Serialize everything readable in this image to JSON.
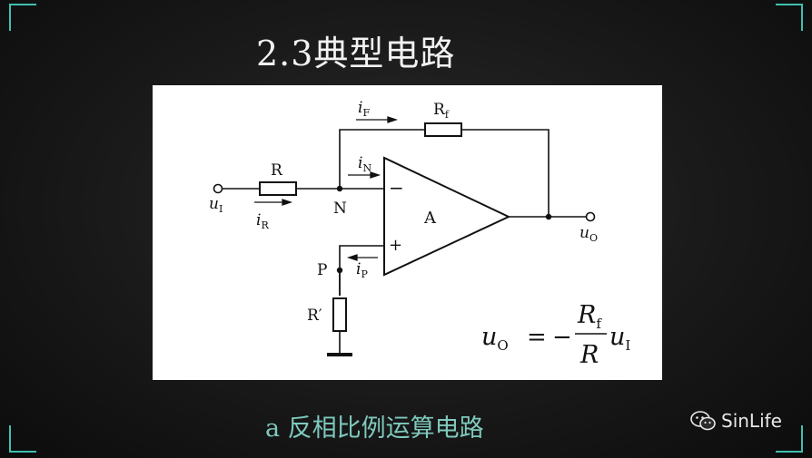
{
  "title": "2.3典型电路",
  "caption": "a 反相比例运算电路",
  "watermark": {
    "text": "SinLife",
    "icon": "wechat-icon"
  },
  "diagram": {
    "components": {
      "input_resistor": "R",
      "feedback_resistor_main": "R",
      "feedback_resistor_sub": "f",
      "ground_resistor": "R′",
      "amplifier": "A"
    },
    "nodes": {
      "inverting": "N",
      "noninverting": "P"
    },
    "pins": {
      "minus": "−",
      "plus": "+"
    },
    "currents": {
      "i_F_main": "i",
      "i_F_sub": "F",
      "i_N_main": "i",
      "i_N_sub": "N",
      "i_R_main": "i",
      "i_R_sub": "R",
      "i_P_main": "i",
      "i_P_sub": "P"
    },
    "signals": {
      "input_main": "u",
      "input_sub": "I",
      "output_main": "u",
      "output_sub": "O"
    },
    "formula": {
      "lhs_main": "u",
      "lhs_sub": "O",
      "equals": "=",
      "sign": "−",
      "numerator_main": "R",
      "numerator_sub": "f",
      "denominator": "R",
      "rhs_main": "u",
      "rhs_sub": "I"
    }
  },
  "colors": {
    "accent": "#3fc0b0",
    "caption": "#7fc9bd"
  }
}
